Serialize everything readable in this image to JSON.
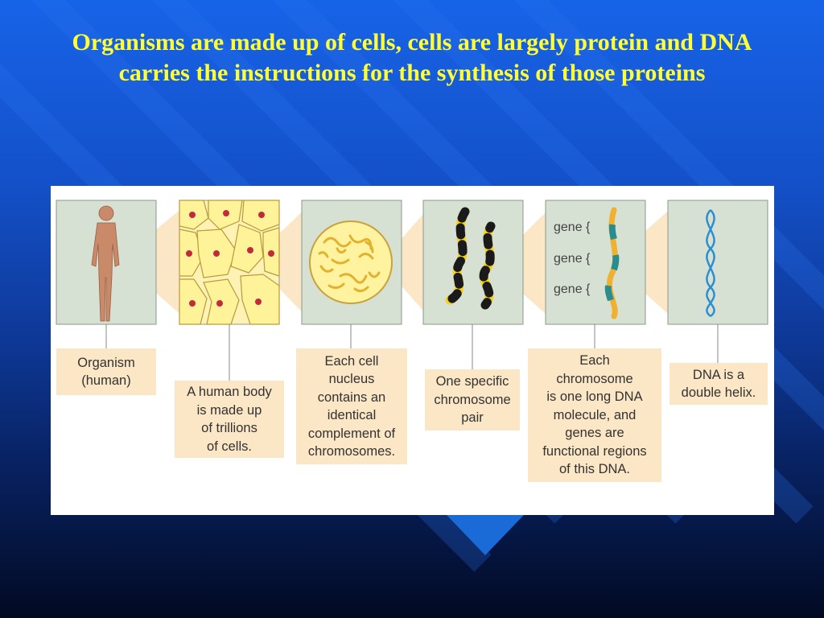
{
  "slide": {
    "title": "Organisms are made up of cells, cells are largely protein and DNA carries the instructions for the synthesis of those proteins"
  },
  "panels": [
    {
      "id": "organism",
      "label": "Organism\n(human)"
    },
    {
      "id": "cells",
      "label": "A human body\nis made up\nof trillions\nof cells."
    },
    {
      "id": "nucleus",
      "label": "Each cell\nnucleus\ncontains an\nidentical\ncomplement of\nchromosomes."
    },
    {
      "id": "chromosome-pair",
      "label": "One specific\nchromosome\npair"
    },
    {
      "id": "chromosome",
      "label": "Each\nchromosome\nis one long DNA\nmolecule, and\ngenes are\nfunctional regions\nof this DNA."
    },
    {
      "id": "dna",
      "label": "DNA is a\ndouble helix."
    }
  ],
  "gene_labels": [
    "gene {",
    "gene {",
    "gene {"
  ],
  "colors": {
    "panel_bg": "#d6e0d3",
    "label_bg": "#fbe6c5",
    "cell_fill": "#fff5a8",
    "nucleus_dot": "#c2293a",
    "chromosome_yellow": "#f5d21a",
    "chromosome_black": "#1a1a1a",
    "gene_teal": "#2a8c8c",
    "dna_blue": "#2a8fd0",
    "title_yellow": "#ffff33"
  }
}
